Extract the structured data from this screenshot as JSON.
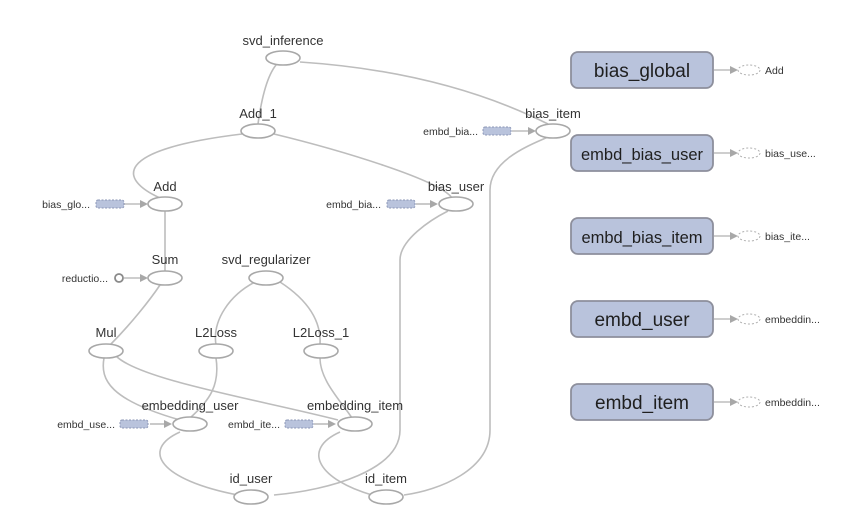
{
  "nodes": {
    "svd_inference": "svd_inference",
    "add_1": "Add_1",
    "bias_item": "bias_item",
    "add": "Add",
    "bias_user": "bias_user",
    "sum": "Sum",
    "svd_regularizer": "svd_regularizer",
    "mul": "Mul",
    "l2loss": "L2Loss",
    "l2loss_1": "L2Loss_1",
    "embedding_user": "embedding_user",
    "embedding_item": "embedding_item",
    "id_user": "id_user",
    "id_item": "id_item"
  },
  "stubs": {
    "embd_bias_item_in": "embd_bia...",
    "bias_global_in": "bias_glo...",
    "embd_bias_user_in": "embd_bia...",
    "reduction_in": "reductio...",
    "embd_user_in": "embd_use...",
    "embd_item_in": "embd_ite..."
  },
  "aux_nodes": [
    {
      "label": "bias_global",
      "output": "Add"
    },
    {
      "label": "embd_bias_user",
      "output": "bias_use..."
    },
    {
      "label": "embd_bias_item",
      "output": "bias_ite..."
    },
    {
      "label": "embd_user",
      "output": "embeddin..."
    },
    {
      "label": "embd_item",
      "output": "embeddin..."
    }
  ],
  "colors": {
    "edge": "#bdbdbd",
    "node_stroke": "#a8a8a8",
    "meta_fill": "#b9c3dc",
    "meta_stroke": "#8d8f9c"
  }
}
